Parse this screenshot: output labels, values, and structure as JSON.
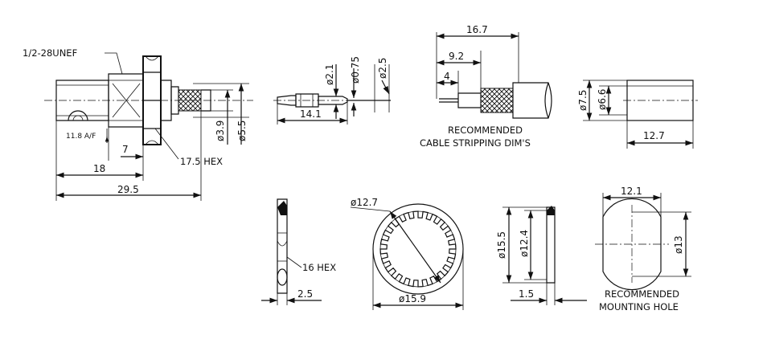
{
  "connector": {
    "thread": "1/2-28UNEF",
    "across_flats": "11.8 A/F",
    "dim_7": "7",
    "dim_18": "18",
    "dim_29_5": "29.5",
    "hex_nut": "17.5  HEX",
    "dia_3_9": "ø3.9",
    "dia_5_5": "ø5.5"
  },
  "pin": {
    "dia_2_1": "ø2.1",
    "dia_0_75": "ø0.75",
    "dia_2_5": "ø2.5",
    "length": "14.1"
  },
  "stripping": {
    "dim_16_7": "16.7",
    "dim_9_2": "9.2",
    "dim_4": "4",
    "caption_line1": "RECOMMENDED",
    "caption_line2": "CABLE STRIPPING DIM'S"
  },
  "ferrule": {
    "dia_7_5": "ø7.5",
    "dia_6_6": "ø6.6",
    "length": "12.7"
  },
  "nut": {
    "hex": "16  HEX",
    "thickness": "2.5"
  },
  "lockwasher": {
    "inner_dia": "ø12.7",
    "outer_dia": "ø15.9"
  },
  "washer": {
    "outer_dia": "ø15.5",
    "inner_dia": "ø12.4",
    "thickness": "1.5"
  },
  "mounting_hole": {
    "flat": "12.1",
    "dia": "ø13",
    "caption_line1": "RECOMMENDED",
    "caption_line2": "MOUNTING  HOLE"
  }
}
